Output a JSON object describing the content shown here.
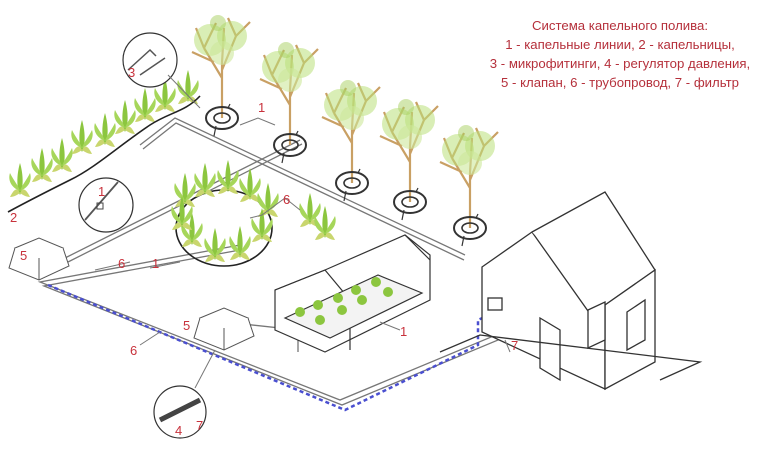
{
  "legend": {
    "title": "Система капельного полива:",
    "lines": [
      "1 - капельные линии, 2 - капельницы,",
      "3 - микрофитинги, 4 - регулятор давления,",
      "5 - клапан, 6 - трубопровод, 7 - фильтр"
    ]
  },
  "labels": {
    "drip_lines": "1",
    "drippers": "2",
    "microfittings": "3",
    "pressure_regulator": "4",
    "valve": "5",
    "pipeline": "6",
    "filter": "7"
  },
  "colors": {
    "label_red": "#c8323c",
    "plant_green": "#8cc63f",
    "trunk": "#c9a064",
    "line": "#444444",
    "cable_blue": "#4a4fd0"
  }
}
